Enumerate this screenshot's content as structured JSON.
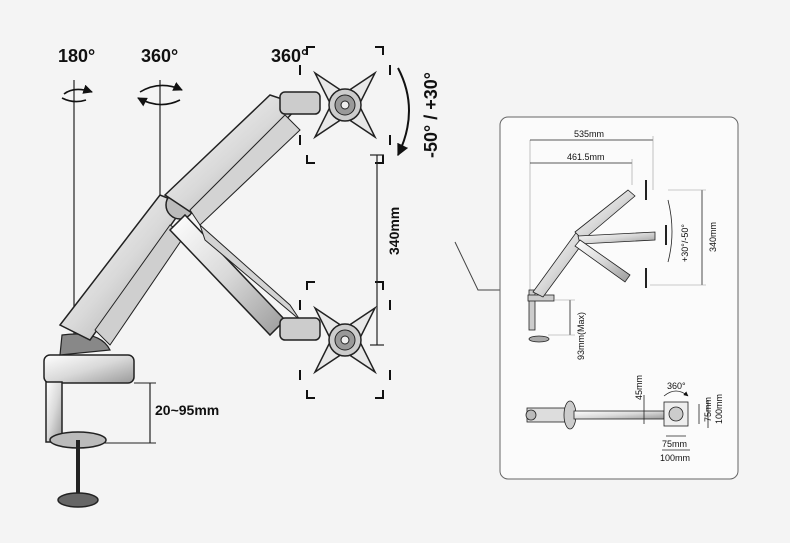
{
  "main_view": {
    "rotations": {
      "base": "180°",
      "arm": "360°",
      "head": "360°"
    },
    "tilt": "-50° / +30°",
    "height_range": "340mm",
    "clamp_range": "20~95mm"
  },
  "inset": {
    "reach_total": "535mm",
    "reach_arm": "461.5mm",
    "tilt": "+30°/-50°",
    "height": "340mm",
    "clamp_max": "93mm(Max)",
    "rotation": "360°",
    "pole_offset": "45mm",
    "vesa_100_v": "100mm",
    "vesa_75_v": "75mm",
    "vesa_75_h": "75mm",
    "vesa_100_h": "100mm"
  },
  "colors": {
    "line": "#1a1a1a",
    "metal": "#d8d8d8",
    "background": "#f4f4f4",
    "panel": "#fbfbfb"
  }
}
